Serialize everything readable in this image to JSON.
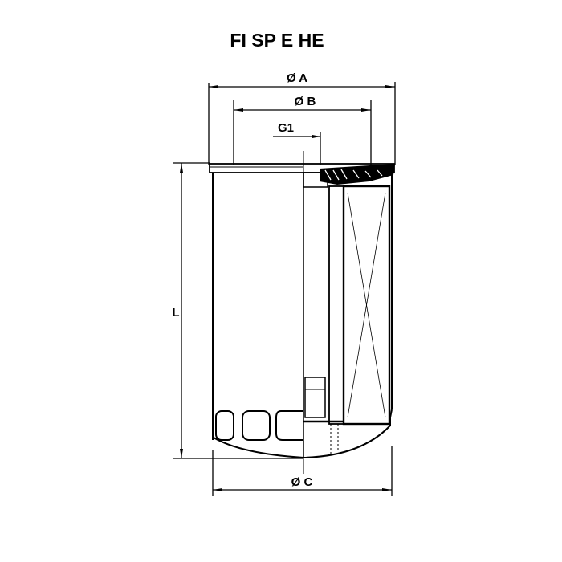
{
  "title": "FI SP E HE",
  "dimensions": {
    "diameter_a": "Ø A",
    "diameter_b": "Ø B",
    "thread": "G1",
    "length": "L",
    "diameter_c": "Ø C"
  },
  "colors": {
    "line": "#000000",
    "background": "#ffffff"
  }
}
